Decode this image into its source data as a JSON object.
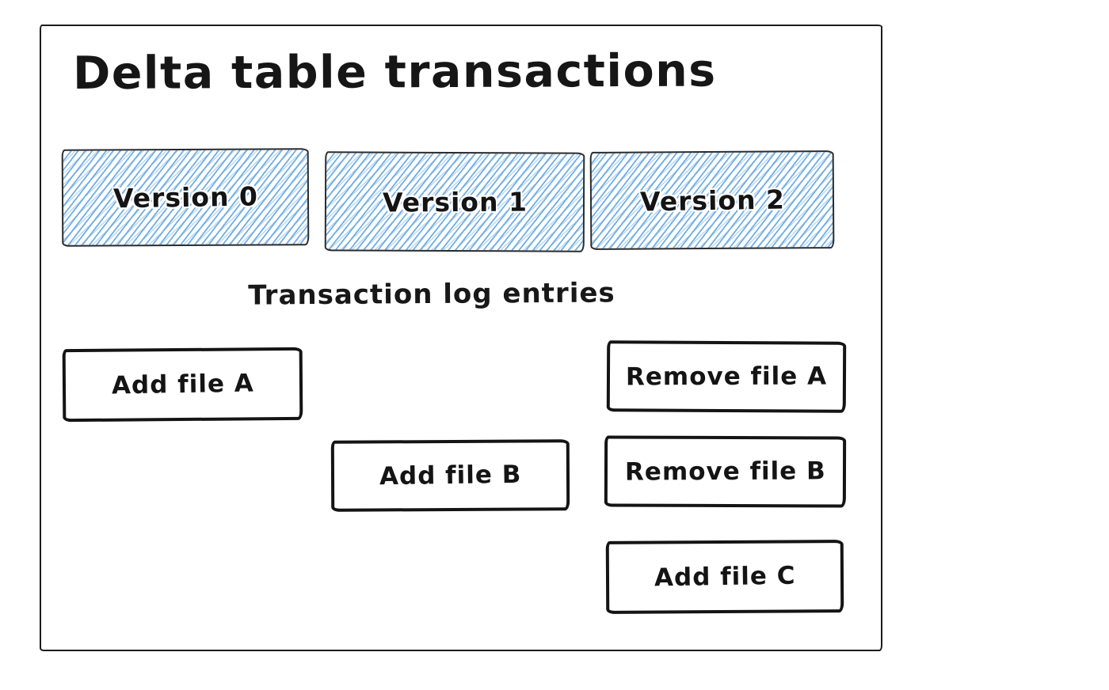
{
  "diagram": {
    "title": "Delta table transactions",
    "subtitle": "Transaction log entries",
    "versions": [
      {
        "label": "Version 0"
      },
      {
        "label": "Version 1"
      },
      {
        "label": "Version 2"
      }
    ],
    "log_entries": [
      {
        "label": "Add file A",
        "column": 0,
        "row": 0
      },
      {
        "label": "Remove file A",
        "column": 2,
        "row": 0
      },
      {
        "label": "Add file B",
        "column": 1,
        "row": 1
      },
      {
        "label": "Remove file B",
        "column": 2,
        "row": 1
      },
      {
        "label": "Add file C",
        "column": 2,
        "row": 2
      }
    ],
    "colors": {
      "stroke": "#1c1c1c",
      "hatch_blue": "#6aaae2",
      "canvas_background": "#ffffff"
    }
  }
}
